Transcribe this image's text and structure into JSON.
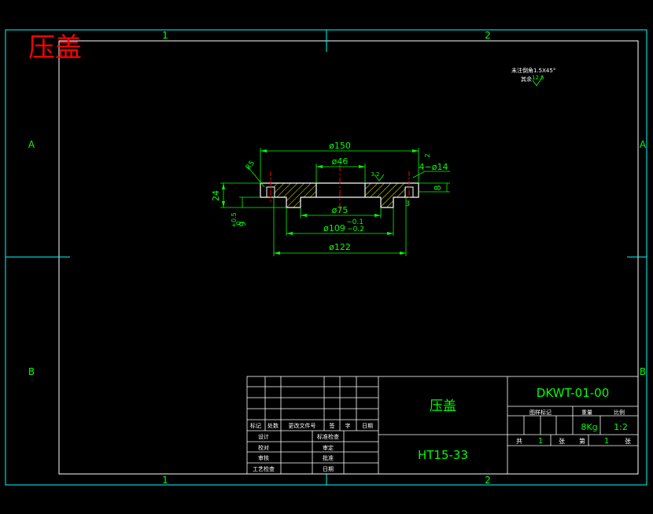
{
  "page_title": "压盖",
  "frame": {
    "columns": [
      "1",
      "2"
    ],
    "rows": [
      "A",
      "B"
    ]
  },
  "notes": {
    "chamfer": "未注倒角1.5X45°",
    "roughness_label": "其余",
    "roughness_value": "12.5"
  },
  "dimensions": {
    "d150": "ø150",
    "d46": "ø46",
    "d14": "4−ø14",
    "d75": "ø75",
    "tol_d109": "−0.1",
    "d109": "ø109",
    "tol_d109_lower": "−0.2",
    "d122": "ø122",
    "h24": "24",
    "h9": "9",
    "tol_h9": "+0.5",
    "tol_h9_lower": "0",
    "h8": "8",
    "r5": "R5",
    "c3": "3",
    "c2": "2",
    "slope": "3.2"
  },
  "title_block": {
    "part_name": "压盖",
    "drawing_no": "DKWT-01-00",
    "material": "HT15-33",
    "weight": "8Kg",
    "scale": "1:2",
    "sheet_total": "1",
    "sheet_no": "1",
    "header_labels": [
      "标记",
      "处数",
      "更改文件号",
      "签",
      "字",
      "日期"
    ],
    "left_labels": [
      "设计",
      "校对",
      "审核",
      "工艺检查"
    ],
    "mid_labels": [
      "标准检查",
      "审定",
      "批准",
      "日期"
    ],
    "right_header": [
      "图样标记",
      "重量",
      "比例"
    ],
    "sheet_labels": [
      "共",
      "张",
      "第",
      "张"
    ]
  },
  "colors": {
    "background": "#000000",
    "frame": "#00ffff",
    "geometry": "#ffffff",
    "dimension": "#00ff00",
    "hatch": "#ffff00",
    "centerline": "#ff0000",
    "title": "#ff0000",
    "block_text": "#00ff00"
  }
}
